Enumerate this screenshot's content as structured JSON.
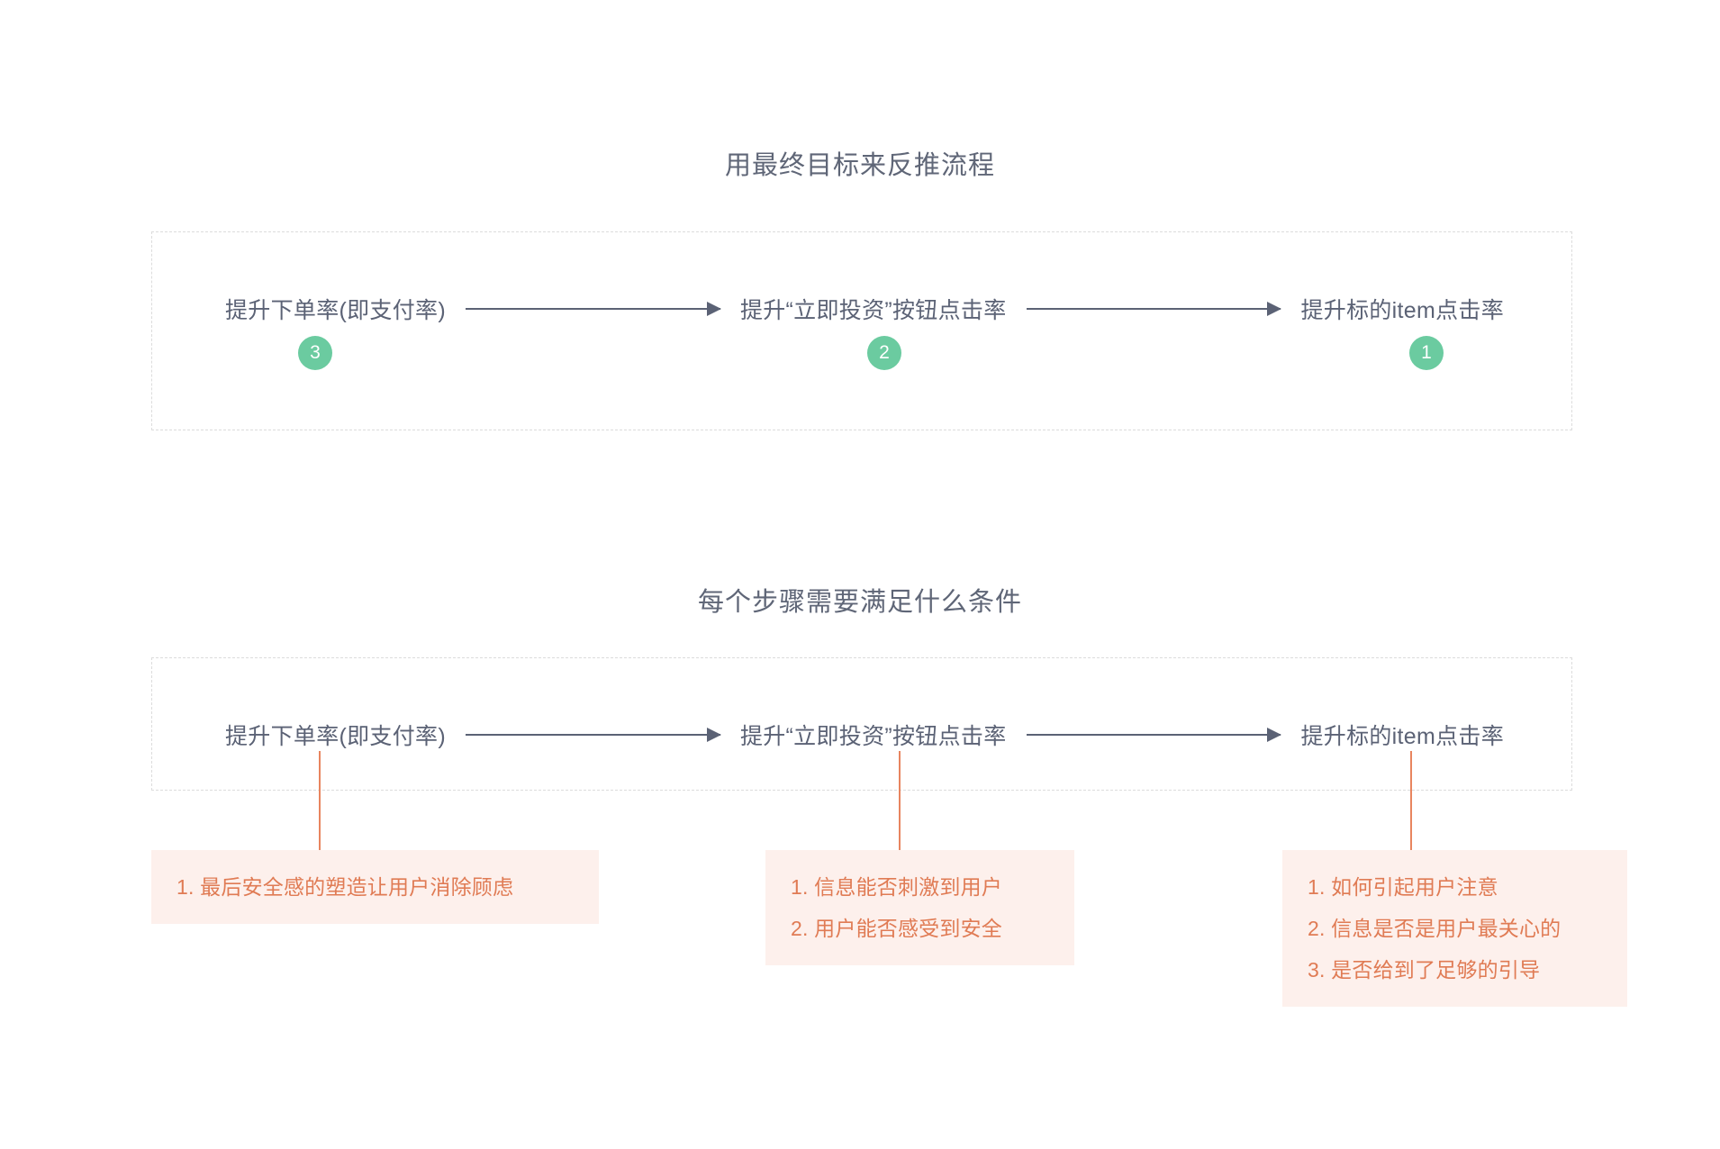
{
  "page": {
    "background": "#ffffff",
    "accent_green": "#6bcba0",
    "accent_orange": "#e07b54",
    "note_background": "#fdf0ec",
    "node_text_color": "#5b6275",
    "dashed_border_color": "#dcdcdc"
  },
  "sections": [
    {
      "title": "用最终目标来反推流程"
    },
    {
      "title": "每个步骤需要满足什么条件"
    }
  ],
  "flow": {
    "nodes": [
      {
        "label": "提升下单率(即支付率)",
        "step": "3"
      },
      {
        "label": "提升“立即投资”按钮点击率",
        "step": "2"
      },
      {
        "label": "提升标的item点击率",
        "step": "1"
      }
    ]
  },
  "notes": [
    {
      "lines": [
        "1. 最后安全感的塑造让用户消除顾虑"
      ]
    },
    {
      "lines": [
        "1. 信息能否刺激到用户",
        "2. 用户能否感受到安全"
      ]
    },
    {
      "lines": [
        "1. 如何引起用户注意",
        "2. 信息是否是用户最关心的",
        "3. 是否给到了足够的引导"
      ]
    }
  ]
}
